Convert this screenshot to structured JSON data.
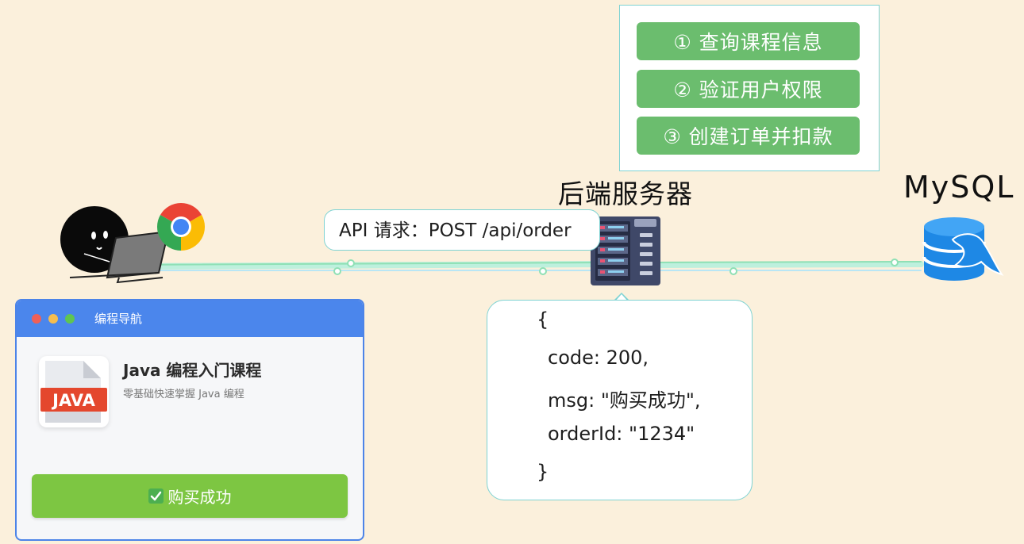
{
  "steps": [
    "① 查询课程信息",
    "② 验证用户权限",
    "③ 创建订单并扣款"
  ],
  "server": {
    "title": "后端服务器",
    "icon": "server-rack-icon"
  },
  "database": {
    "title": "MySQL",
    "icon": "mysql-database-icon"
  },
  "client": {
    "user_icon": "user-with-laptop-icon",
    "browser_icon": "chrome-icon"
  },
  "request": {
    "label": "API 请求：POST /api/order"
  },
  "response": {
    "lines": [
      "{",
      "code: 200,",
      "msg: \"购买成功\",",
      "orderId: \"1234\"",
      "}"
    ]
  },
  "window": {
    "title": "编程导航",
    "course_title": "Java 编程入门课程",
    "course_subtitle": "零基础快速掌握 Java 编程",
    "icon_text": "JAVA",
    "button_label": "购买成功",
    "button_icon": "check-mark-icon"
  },
  "colors": {
    "background": "#fbf0dc",
    "step_green": "#6bbd6e",
    "window_blue": "#4b86ec",
    "button_green": "#7dc642",
    "bubble_border": "#7fd3d3",
    "db_blue": "#1e88e5"
  }
}
